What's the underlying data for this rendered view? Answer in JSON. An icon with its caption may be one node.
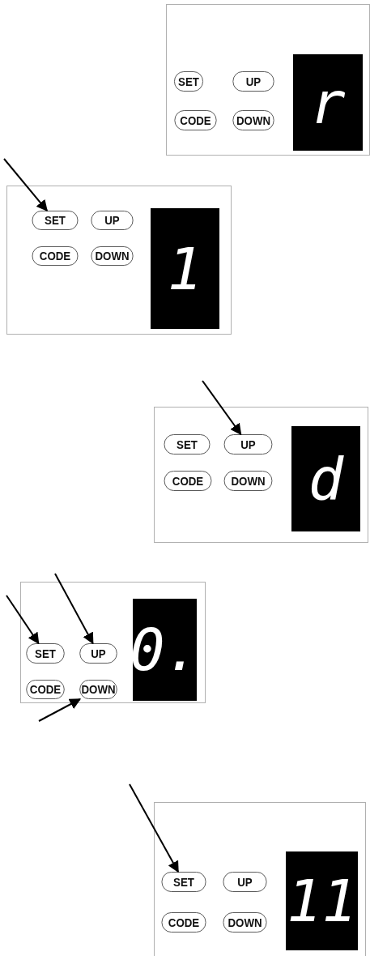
{
  "diagram": {
    "nodes": [
      {
        "text": [],
        "shape": "box"
      },
      {
        "text": [
          "SET"
        ],
        "in": 0
      },
      {
        "text": [
          "UP"
        ],
        "in": 0
      },
      {
        "text": [
          "CODE"
        ],
        "in": 0
      },
      {
        "text": [
          "DOWN"
        ],
        "in": 0
      },
      {
        "text": [
          "r"
        ],
        "in": 0
      },
      {
        "text": [],
        "shape": "box"
      },
      {
        "text": [
          "SET"
        ],
        "in": 6
      },
      {
        "text": [
          "UP"
        ],
        "in": 6
      },
      {
        "text": [
          "CODE"
        ],
        "in": 6
      },
      {
        "text": [
          "DOWN"
        ],
        "in": 6
      },
      {
        "text": [
          "1"
        ],
        "in": 6
      },
      {
        "text": [],
        "shape": "box"
      },
      {
        "text": [
          "SET"
        ],
        "in": 12
      },
      {
        "text": [
          "UP"
        ],
        "in": 12
      },
      {
        "text": [
          "CODE"
        ],
        "in": 12
      },
      {
        "text": [
          "DOWN"
        ],
        "in": 12
      },
      {
        "text": [
          "d"
        ],
        "in": 12
      },
      {
        "text": [],
        "shape": "box"
      },
      {
        "text": [
          "SET"
        ],
        "in": 18
      },
      {
        "text": [
          "UP"
        ],
        "in": 18
      },
      {
        "text": [
          "CODE"
        ],
        "in": 18
      },
      {
        "text": [
          "DOWN"
        ],
        "in": 18
      },
      {
        "text": [
          "0."
        ],
        "in": 18
      },
      {
        "text": [],
        "shape": "box"
      },
      {
        "text": [
          "SET"
        ],
        "in": 24
      },
      {
        "text": [
          "UP"
        ],
        "in": 24
      },
      {
        "text": [
          "CODE"
        ],
        "in": 24
      },
      {
        "text": [
          "DOWN"
        ],
        "in": 24
      },
      {
        "text": [
          "11"
        ],
        "in": 24
      }
    ],
    "edges": [
      {
        "from": null,
        "to": 7,
        "arrow": "to"
      },
      {
        "from": null,
        "to": 14,
        "arrow": "to"
      },
      {
        "from": null,
        "to": 19,
        "arrow": "to"
      },
      {
        "from": null,
        "to": 20,
        "arrow": "to"
      },
      {
        "from": null,
        "to": 22,
        "arrow": "to"
      },
      {
        "from": null,
        "to": 25,
        "arrow": "to"
      }
    ]
  }
}
